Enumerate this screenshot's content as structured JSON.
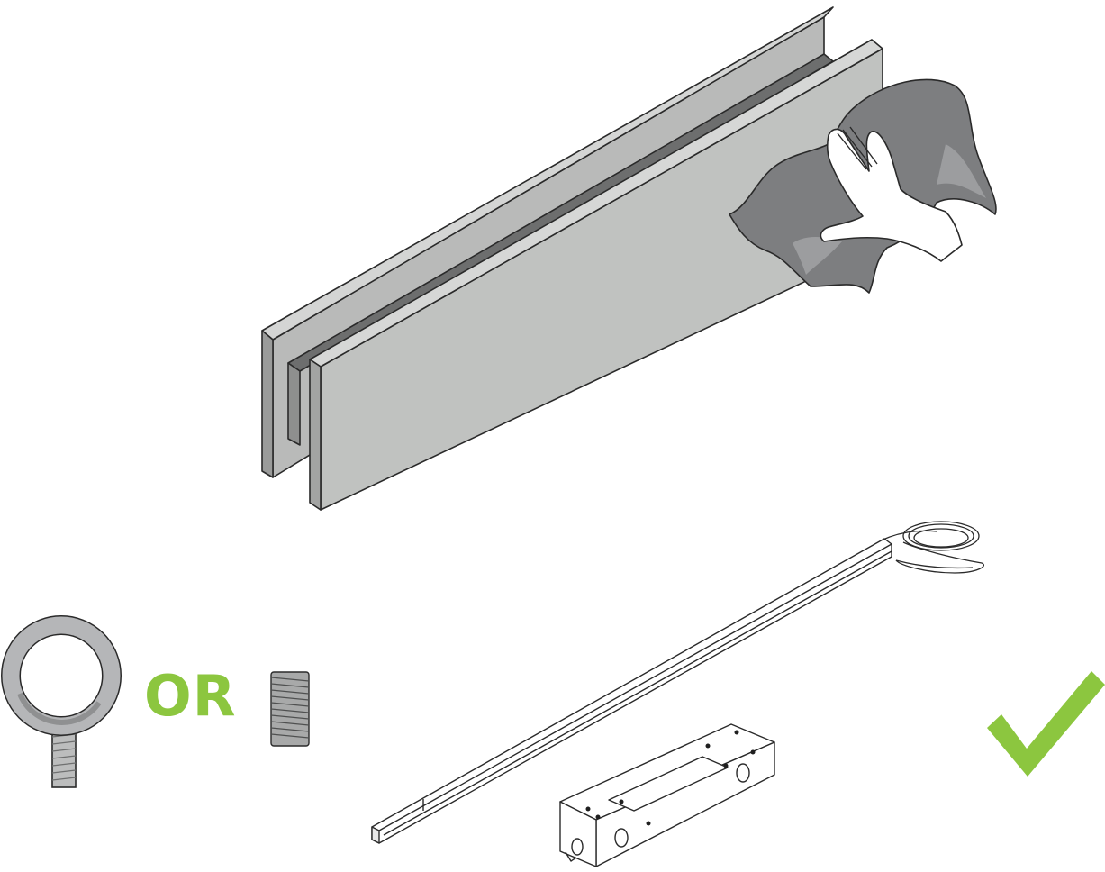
{
  "or_text": "OR",
  "colors": {
    "accent_green": "#8cc63f",
    "panel_face": "#c0c2c0",
    "panel_dark": "#8a8a8a",
    "cloth": "#7d7e80",
    "ring": "#b5b6b8"
  },
  "icons": [
    "glass-panel-assembly",
    "cleaning-cloth-hand-icon",
    "eye-bolt-icon",
    "threaded-stud-icon",
    "guide-rail-with-cable",
    "sensor-bar-block",
    "check-mark-icon"
  ]
}
